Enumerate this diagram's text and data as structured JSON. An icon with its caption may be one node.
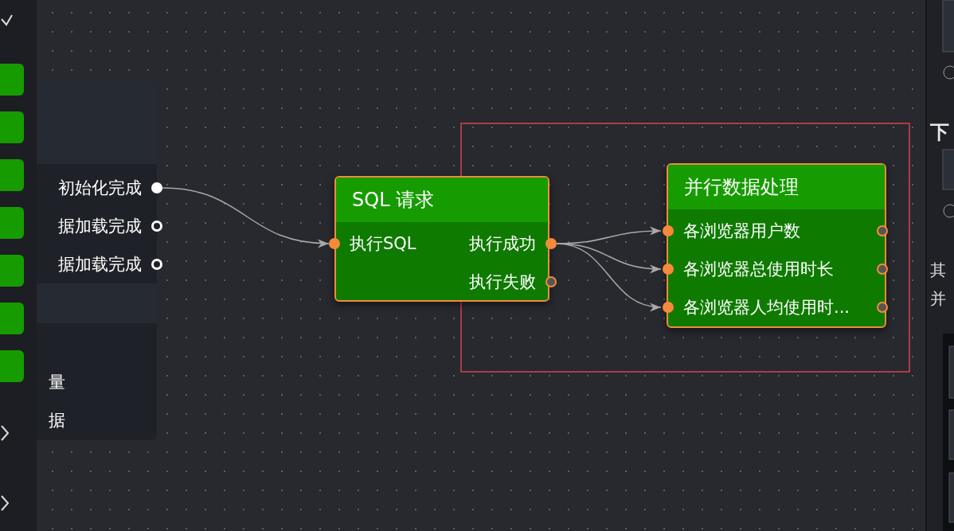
{
  "diagram": {
    "nodes": [
      {
        "text": [],
        "shape": "box"
      },
      {
        "text": [
          "初始化完成"
        ],
        "in": 0
      },
      {
        "text": [
          "据加载完成"
        ],
        "in": 0
      },
      {
        "text": [
          "据加载完成"
        ],
        "in": 0
      },
      {
        "text": [
          "SQL 请求"
        ]
      },
      {
        "text": [
          "执行SQL"
        ],
        "in": 4
      },
      {
        "text": [
          "执行成功"
        ],
        "in": 4
      },
      {
        "text": [
          "执行失败"
        ],
        "in": 4
      },
      {
        "text": [
          "并行数据处理"
        ]
      },
      {
        "text": [
          "各浏览器用户数"
        ],
        "in": 8
      },
      {
        "text": [
          "各浏览器总使用时长"
        ],
        "in": 8
      },
      {
        "text": [
          "各浏览器人均使用时..."
        ],
        "in": 8
      }
    ],
    "edges": [
      {
        "from": 1,
        "to": 5,
        "arrow": "to"
      },
      {
        "from": 6,
        "to": 9,
        "arrow": "to"
      },
      {
        "from": 6,
        "to": 10,
        "arrow": "to"
      },
      {
        "from": 6,
        "to": 11,
        "arrow": "to"
      }
    ],
    "labels": [
      "量",
      "据",
      "下",
      "其",
      "并"
    ]
  }
}
